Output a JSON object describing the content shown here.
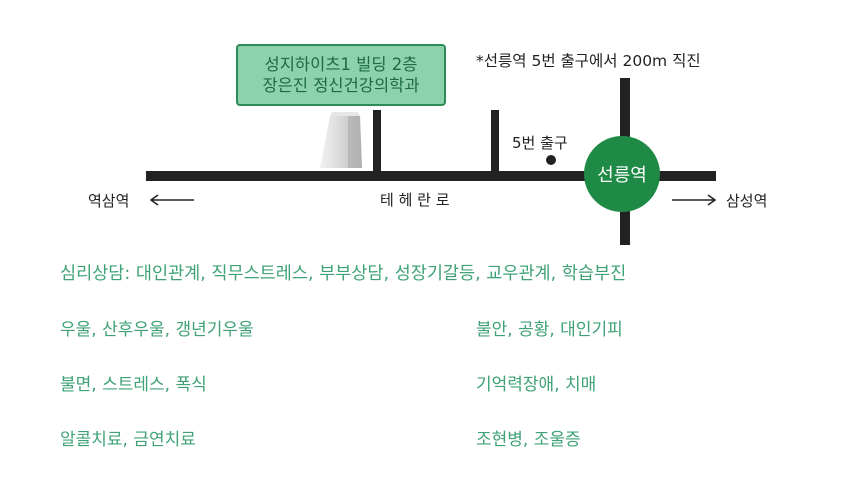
{
  "building": {
    "line1": "성지하이츠1 빌딩 2층",
    "line2": "장은진 정신건강의학과",
    "icon": "building-icon"
  },
  "note": "*선릉역 5번 출구에서 200m 직진",
  "exit_label": "5번 출구",
  "station": {
    "name": "선릉역",
    "color": "#1e8a46"
  },
  "road_name": "테 헤 란 로",
  "left_direction": "역삼역",
  "right_direction": "삼성역",
  "accent_color": "#3fa277",
  "services": {
    "heading": "심리상담: 대인관계, 직무스트레스, 부부상담, 성장기갈등, 교우관계, 학습부진",
    "left": [
      "우울, 산후우울, 갱년기우울",
      "불면, 스트레스, 폭식",
      "알콜치료, 금연치료"
    ],
    "right": [
      "불안, 공황, 대인기피",
      "기억력장애, 치매",
      "조현병, 조울증"
    ]
  }
}
